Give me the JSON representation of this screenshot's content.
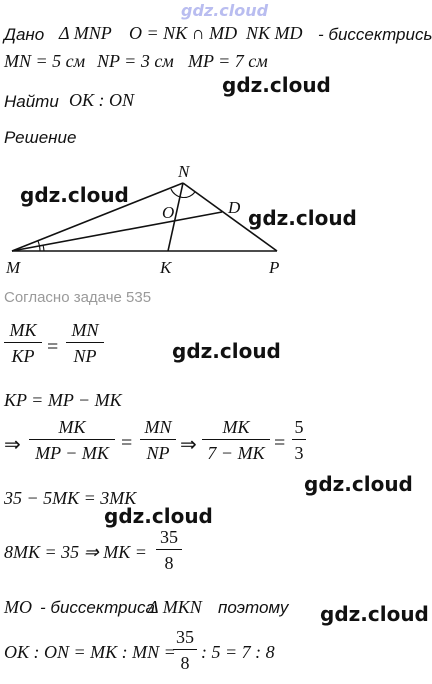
{
  "watermark": "gdz.cloud",
  "given": {
    "label": "Дано",
    "triangle": "Δ MNP",
    "condition": "O = NK ∩ MD",
    "segments": "NK  MD",
    "bisectors_text": "- биссектрисы",
    "lengths": [
      "MN = 5 см",
      "NP = 3 см",
      "MP = 7 см"
    ]
  },
  "find": {
    "label": "Найти",
    "value": "OK : ON"
  },
  "solution_label": "Решение",
  "figure": {
    "point_labels": {
      "N": "N",
      "O": "O",
      "D": "D",
      "M": "M",
      "K": "K",
      "P": "P"
    }
  },
  "according_text": "Согласно задаче 535",
  "eq1": {
    "left_num": "MK",
    "left_den": "KP",
    "eq": "=",
    "right_num": "MN",
    "right_den": "NP"
  },
  "eq2": "KP = MP − MK",
  "eq3": {
    "arrow": "⇒",
    "f1_num": "MK",
    "f1_den": "MP − MK",
    "eq": "=",
    "f2_num": "MN",
    "f2_den": "NP",
    "arrow2": "⇒",
    "f3_num": "MK",
    "f3_den": "7 − MK",
    "f4_num": "5",
    "f4_den": "3"
  },
  "eq4": "35 − 5MK = 3MK",
  "eq5": {
    "left": "8MK = 35 ⇒ MK =",
    "num": "35",
    "den": "8"
  },
  "mo_line": {
    "part1": "MO",
    "part2": "- биссектриса",
    "part3": "Δ MKN",
    "part4": "поэтому"
  },
  "final": {
    "left": "OK : ON = MK : MN =",
    "num": "35",
    "den": "8",
    "right": ": 5 = 7 : 8"
  }
}
